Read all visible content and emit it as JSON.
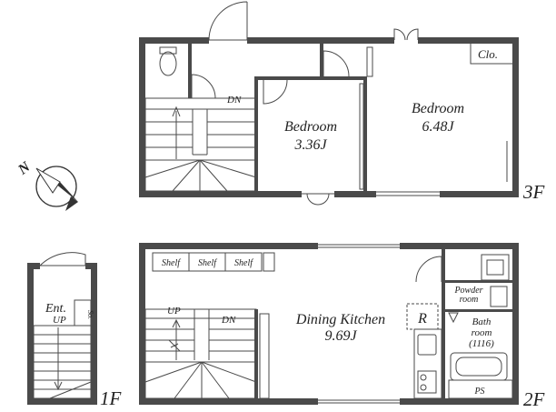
{
  "floors": {
    "third": {
      "level": "3F",
      "closet": "Clo.",
      "stair_dn": "DN",
      "bedroom_small": {
        "name": "Bedroom",
        "size": "3.36J"
      },
      "bedroom_large": {
        "name": "Bedroom",
        "size": "6.48J"
      }
    },
    "second": {
      "level": "2F",
      "shelves": [
        "Shelf",
        "Shelf",
        "Shelf"
      ],
      "stair_up": "UP",
      "stair_dn": "DN",
      "dining_kitchen": {
        "name": "Dining Kitchen",
        "size": "9.69J"
      },
      "fridge": "R",
      "powder_room": [
        "Powder",
        "room"
      ],
      "bathroom": [
        "Bath",
        "room",
        "(1116)"
      ],
      "ps": "PS"
    },
    "first": {
      "level": "1F",
      "entrance": "Ent.",
      "shoe_storage": "So.",
      "stair_up": "UP"
    }
  },
  "compass": {
    "north": "N"
  }
}
